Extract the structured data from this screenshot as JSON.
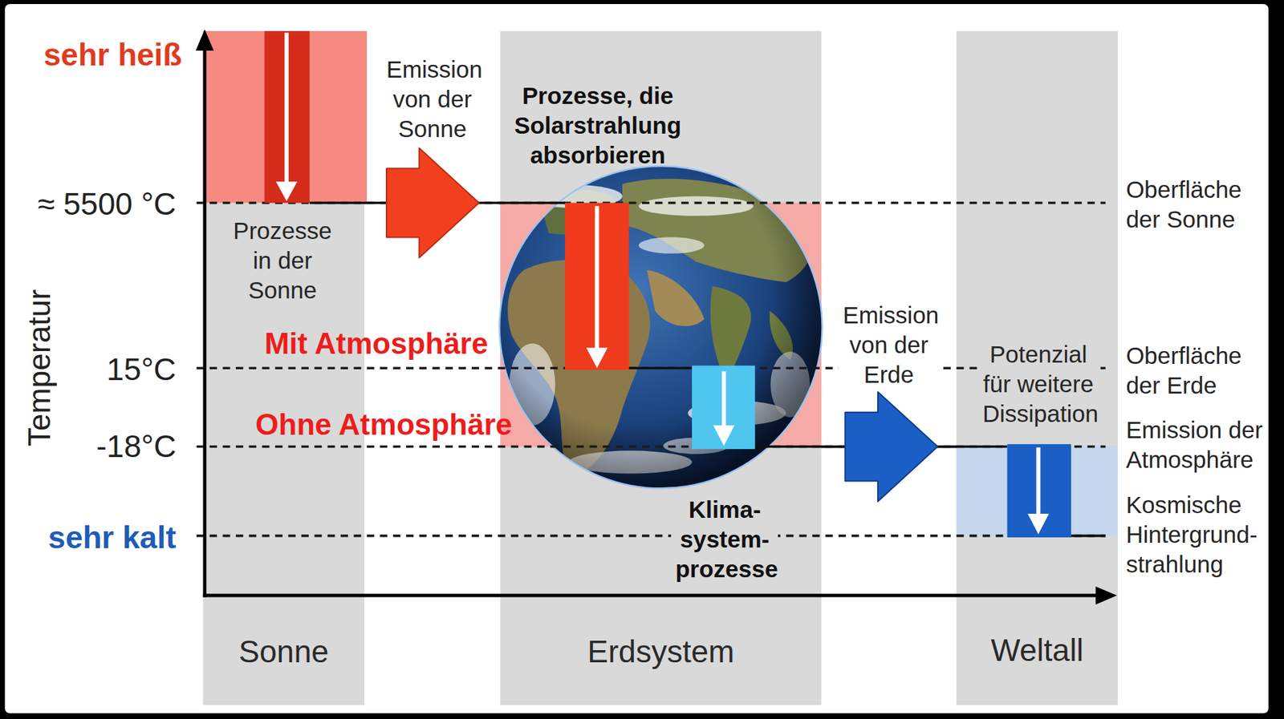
{
  "diagram": {
    "nodes": [
      {
        "text": [
          "Sonne"
        ]
      },
      {
        "text": [
          "Erdsystem"
        ]
      },
      {
        "text": [
          "Weltall"
        ]
      }
    ],
    "edges": [
      {
        "from": 0,
        "to": 1,
        "arrow": "to",
        "label": "Emission von der Sonne"
      },
      {
        "from": 1,
        "to": 2,
        "arrow": "to",
        "label": "Emission von der Erde"
      }
    ],
    "labels": [
      "sehr heiß",
      "≈ 5500 °C",
      "15°C",
      "-18°C",
      "sehr kalt",
      "Temperatur",
      "Prozesse in der Sonne",
      "Prozesse, die Solarstrahlung absorbieren",
      "Mit Atmosphäre",
      "Ohne Atmosphäre",
      "Klima- system- prozesse",
      "Potenzial für weitere Dissipation",
      "Oberfläche der Sonne",
      "Oberfläche der Erde",
      "Emission der Atmosphäre",
      "Kosmische Hintergrund- strahlung"
    ]
  }
}
